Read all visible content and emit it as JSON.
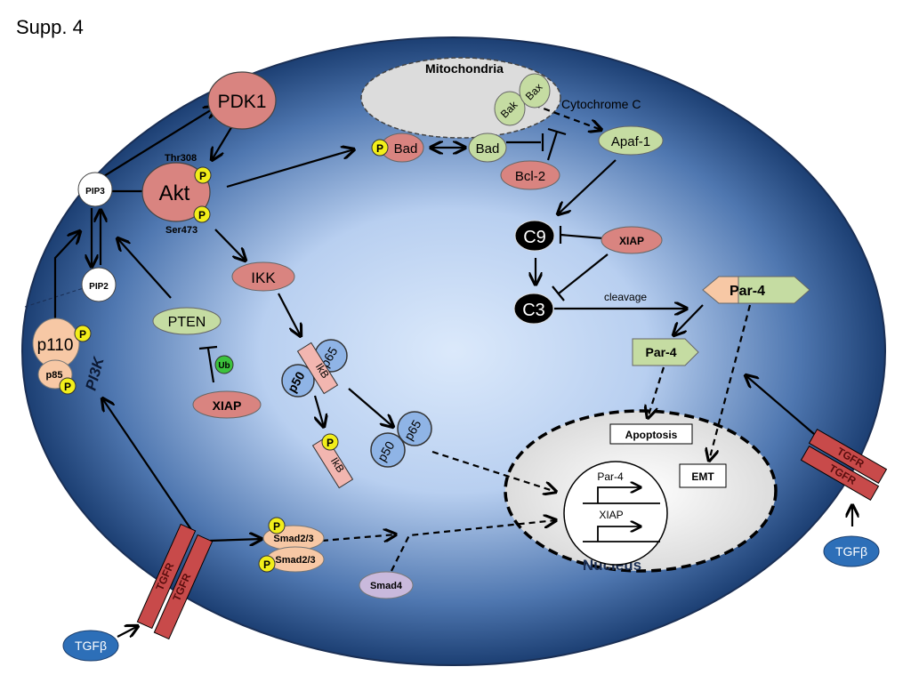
{
  "figure_label": "Supp. 4",
  "compartments": {
    "mitochondria": "Mitochondria",
    "nucleus": "Nucleus"
  },
  "nodes": {
    "pdk1": "PDK1",
    "akt": "Akt",
    "thr308": "Thr308",
    "ser473": "Ser473",
    "pip3": "PIP3",
    "pip2": "PIP2",
    "p110": "p110",
    "p85": "p85",
    "pi3k": "PI3K",
    "pten": "PTEN",
    "ub": "Ub",
    "xiap_pten": "XIAP",
    "ikk": "IKK",
    "p65_complex": "p65",
    "p50_complex": "p50",
    "ikb_complex": "IkB",
    "ikb_free": "IkB",
    "p50_free": "p50",
    "p65_free": "p65",
    "bad_p": "Bad",
    "bad": "Bad",
    "bcl2": "Bcl-2",
    "bak": "Bak",
    "bax": "Bax",
    "cytochrome_c": "Cytochrome C",
    "apaf1": "Apaf-1",
    "c9": "C9",
    "c3": "C3",
    "xiap_caspase": "XIAP",
    "cleavage": "cleavage",
    "par4_full": "Par-4",
    "par4_cleaved": "Par-4",
    "apoptosis": "Apoptosis",
    "emt": "EMT",
    "gene_par4": "Par-4",
    "gene_xiap": "XIAP",
    "smad23_a": "Smad2/3",
    "smad23_b": "Smad2/3",
    "smad4": "Smad4",
    "tgfr_left_a": "TGFR",
    "tgfr_left_b": "TGFR",
    "tgfr_right_a": "TGFR",
    "tgfr_right_b": "TGFR",
    "tgfb_left": "TGFβ",
    "tgfb_right": "TGFβ",
    "phospho": "P"
  },
  "colors": {
    "cell_edge": "#1c3f73",
    "cell_center": "#dbe9fb",
    "red_node": "#d98480",
    "green_node": "#c5dca2",
    "blue_node": "#8fb4e6",
    "peach_node": "#f7c8a5",
    "purple_node": "#c9b9dc",
    "receptor": "#c84a4a",
    "phospho": "#f2ee1a",
    "ub": "#3cc23c"
  }
}
